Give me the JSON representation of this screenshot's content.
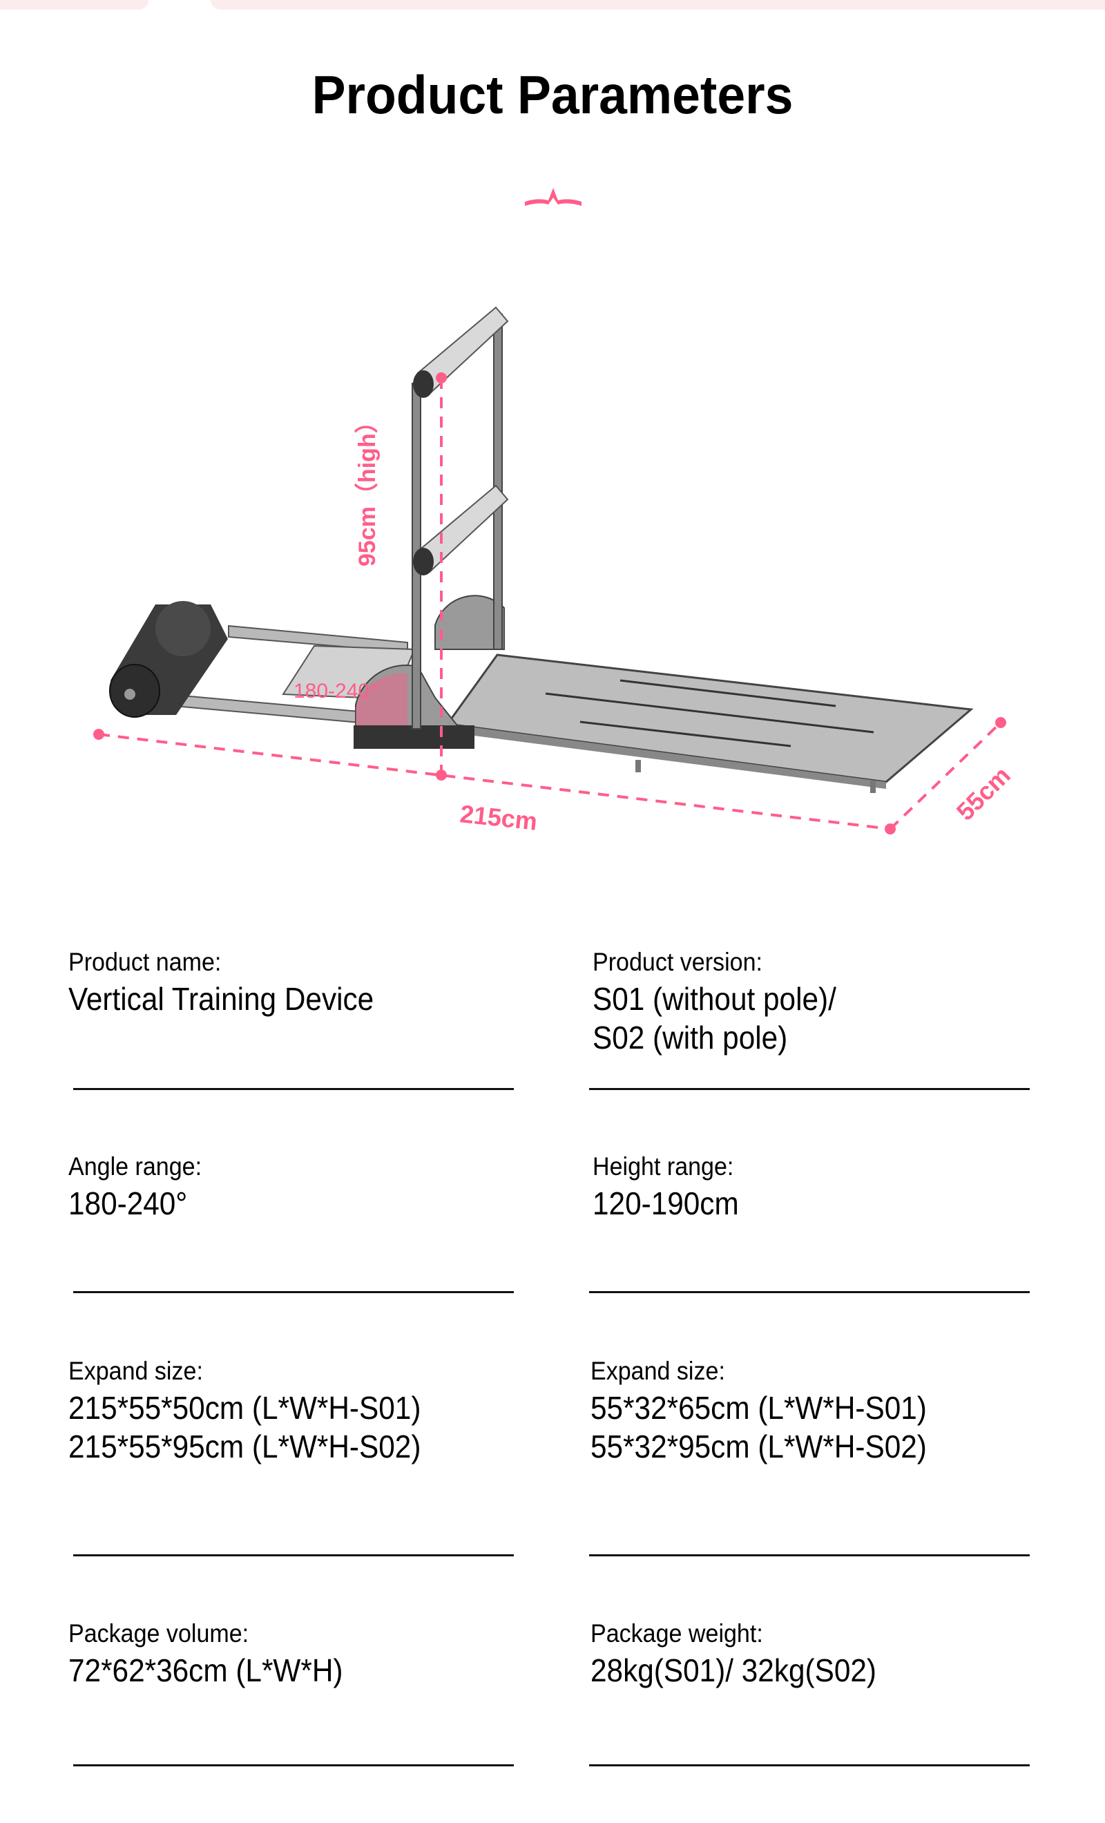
{
  "title": "Product Parameters",
  "accent_color": "#ff5d8a",
  "diagram": {
    "height_label": "95cm（high）",
    "angle_label": "180-240°",
    "length_label": "215cm",
    "width_label": "55cm"
  },
  "params": [
    {
      "label": "Product name:",
      "lines": [
        "Vertical Training Device"
      ]
    },
    {
      "label": "Product version:",
      "lines": [
        "S01 (without pole)/",
        "S02 (with pole)"
      ]
    },
    {
      "label": "Angle range:",
      "lines": [
        "180-240°"
      ]
    },
    {
      "label": "Height range:",
      "lines": [
        "120-190cm"
      ]
    },
    {
      "label": "Expand size:",
      "lines": [
        "215*55*50cm (L*W*H-S01)",
        "215*55*95cm (L*W*H-S02)"
      ]
    },
    {
      "label": "Expand size:",
      "lines": [
        "55*32*65cm (L*W*H-S01)",
        "55*32*95cm (L*W*H-S02)"
      ]
    },
    {
      "label": "Package volume:",
      "lines": [
        "72*62*36cm (L*W*H)"
      ]
    },
    {
      "label": "Package weight:",
      "lines": [
        "28kg(S01)/ 32kg(S02)"
      ]
    }
  ]
}
